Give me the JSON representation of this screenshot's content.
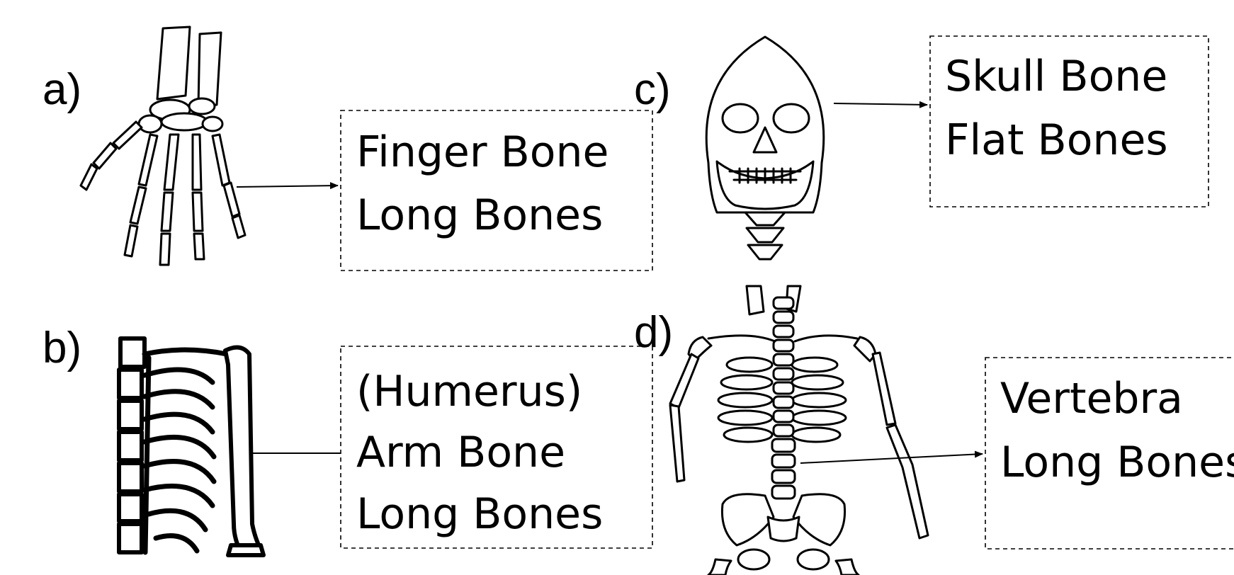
{
  "panels": [
    {
      "id": "a",
      "label": "a)",
      "lines": [
        "Finger Bone",
        "Long Bones"
      ],
      "illustration": "hand-skeleton-icon"
    },
    {
      "id": "b",
      "label": "b)",
      "lines": [
        "(Humerus)",
        "Arm Bone",
        "Long Bones"
      ],
      "illustration": "ribcage-arm-icon"
    },
    {
      "id": "c",
      "label": "c)",
      "lines": [
        "Skull Bone",
        "Flat Bones"
      ],
      "illustration": "skull-icon"
    },
    {
      "id": "d",
      "label": "d)",
      "lines": [
        "Vertebra",
        "Long Bones"
      ],
      "illustration": "torso-skeleton-icon"
    }
  ]
}
